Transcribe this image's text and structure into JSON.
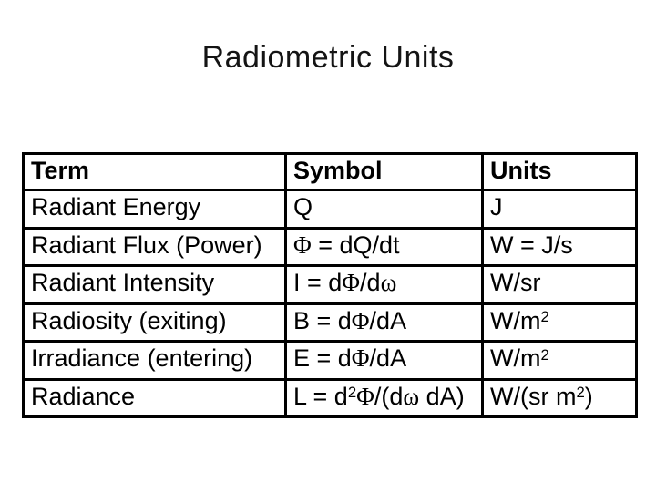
{
  "slide": {
    "title": "Radiometric Units",
    "background_color": "#ffffff",
    "text_color": "#000000",
    "border_color": "#000000"
  },
  "table": {
    "headers": [
      "Term",
      "Symbol",
      "Units"
    ],
    "rows": [
      {
        "term": "Radiant Energy",
        "symbol": "Q",
        "units": "J"
      },
      {
        "term": "Radiant Flux (Power)",
        "symbol": "Φ = dQ/dt",
        "units": "W = J/s"
      },
      {
        "term": "Radiant Intensity",
        "symbol": "I = dΦ/dω",
        "units": "W/sr"
      },
      {
        "term": "Radiosity (exiting)",
        "symbol": "B = dΦ/dA",
        "units": "W/m²"
      },
      {
        "term": "Irradiance (entering)",
        "symbol": "E = dΦ/dA",
        "units": "W/m²"
      },
      {
        "term": "Radiance",
        "symbol": "L = d²Φ/(dω dA)",
        "units": "W/(sr m²)"
      }
    ]
  }
}
